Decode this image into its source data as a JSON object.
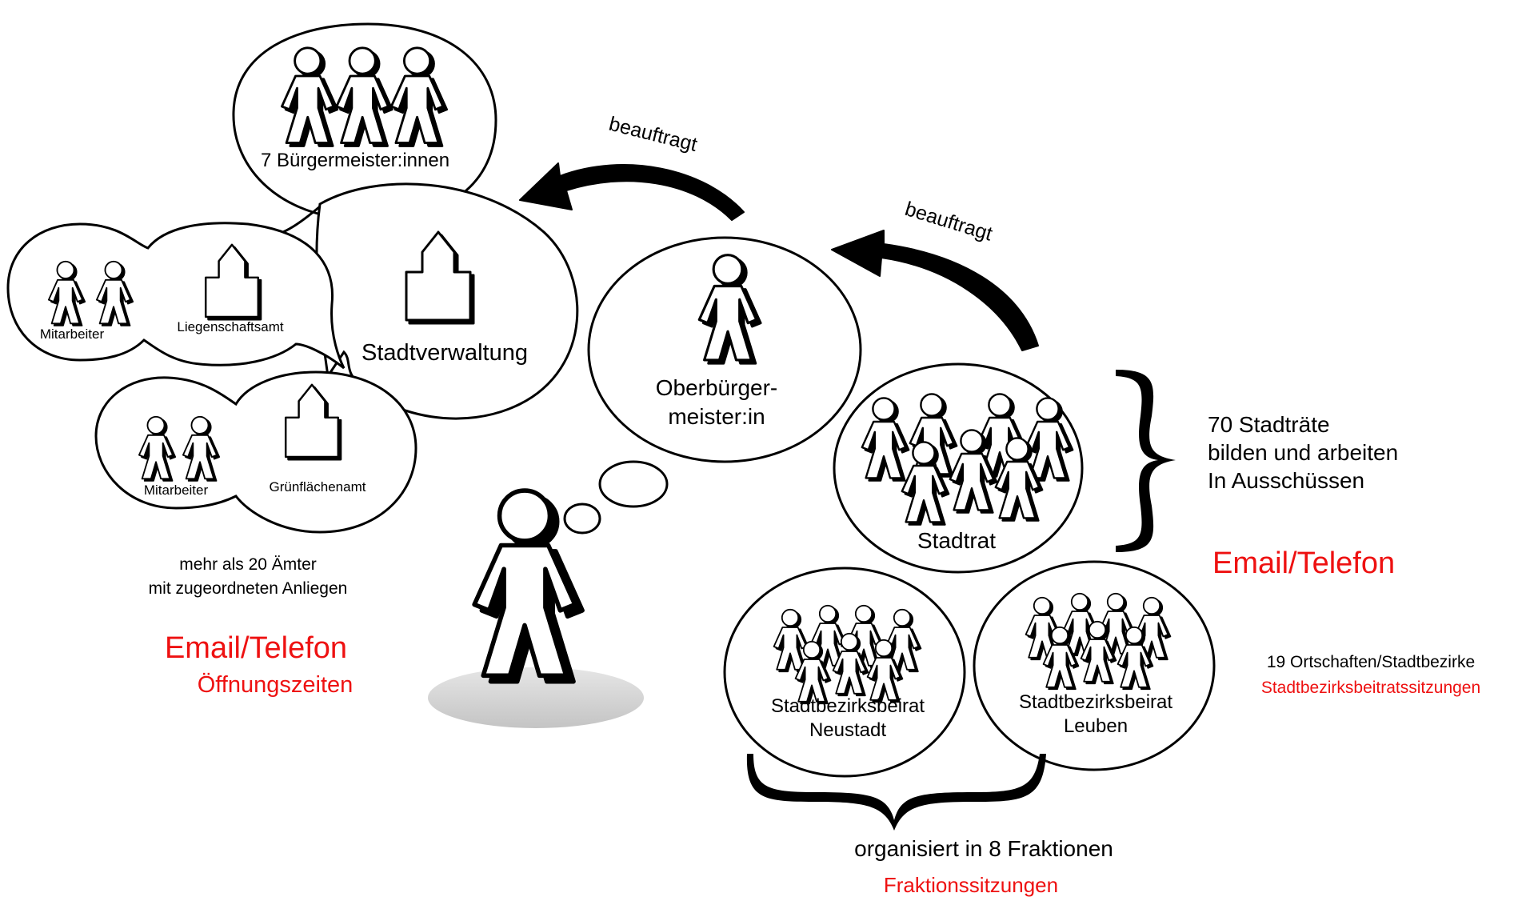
{
  "colors": {
    "ink": "#000000",
    "red": "#ee1111",
    "shadow": "#cccccc",
    "fill": "#ffffff"
  },
  "icons": {
    "person": "person-icon",
    "building": "building-icon",
    "brace": "curly-brace-icon",
    "arrow": "curved-arrow-icon"
  },
  "diagram": {
    "buergermeister": {
      "label": "7 Bürgermeister:innen"
    },
    "stadtverwaltung": {
      "label": "Stadtverwaltung"
    },
    "liegenschaftsamt": {
      "staff_label": "Mitarbeiter",
      "office_label": "Liegenschaftsamt"
    },
    "gruenflaechenamt": {
      "staff_label": "Mitarbeiter",
      "office_label": "Grünflächenamt"
    },
    "aemter_note": {
      "line1": "mehr als 20 Ämter",
      "line2": "mit zugeordneten Anliegen"
    },
    "verwaltung_contact": {
      "primary": "Email/Telefon",
      "secondary": "Öffnungszeiten"
    },
    "arrow_ob_to_verwaltung": {
      "label": "beauftragt"
    },
    "arrow_rat_to_ob": {
      "label": "beauftragt"
    },
    "oberbuergermeister": {
      "line1": "Oberbürger-",
      "line2": "meister:in"
    },
    "stadtrat": {
      "label": "Stadtrat"
    },
    "stadtrat_note": {
      "line1": "70 Stadträte",
      "line2": "bilden und arbeiten",
      "line3": "In Ausschüssen"
    },
    "stadtrat_contact": {
      "primary": "Email/Telefon"
    },
    "beirat_neustadt": {
      "line1": "Stadtbezirksbeirat",
      "line2": "Neustadt"
    },
    "beirat_leuben": {
      "line1": "Stadtbezirksbeirat",
      "line2": "Leuben"
    },
    "ortschaften_note": {
      "line1": "19 Ortschaften/Stadtbezirke",
      "line2": "Stadtbezirksbeitratssitzungen"
    },
    "fraktionen_note": {
      "line1": "organisiert in 8 Fraktionen",
      "line2": "Fraktionssitzungen"
    }
  }
}
